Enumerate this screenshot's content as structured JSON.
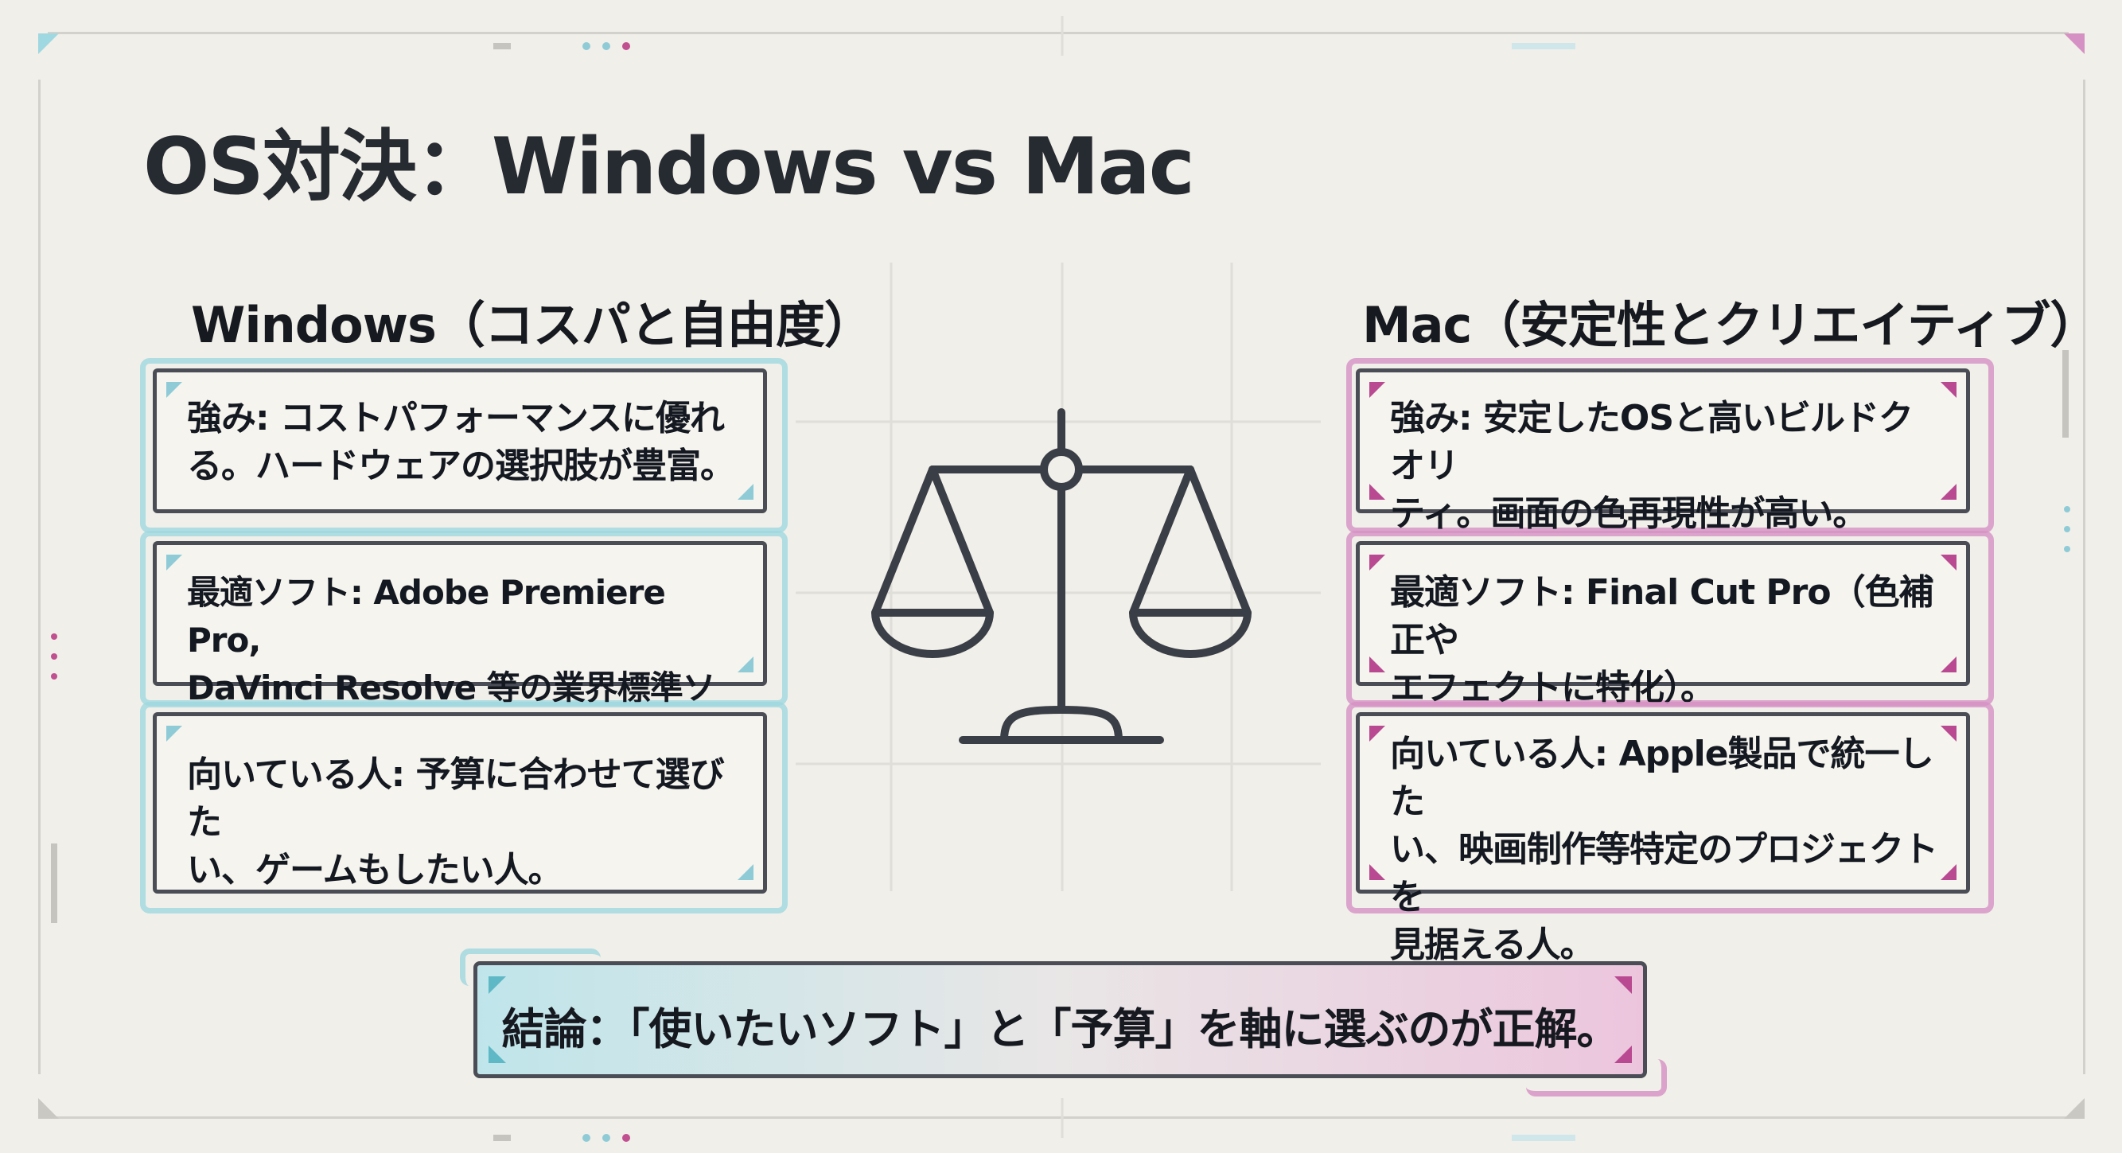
{
  "slide": {
    "title": "OS対決：Windows vs Mac"
  },
  "windows": {
    "heading": "Windows（コスパと自由度）",
    "cards": [
      {
        "lines": [
          "強み: コストパフォーマンスに優れ",
          "る。ハードウェアの選択肢が豊富。"
        ]
      },
      {
        "lines": [
          "最適ソフト: Adobe Premiere Pro,",
          "DaVinci Resolve 等の業界標準ソフト。"
        ]
      },
      {
        "lines": [
          "向いている人: 予算に合わせて選びた",
          "い、ゲームもしたい人。"
        ]
      }
    ]
  },
  "mac": {
    "heading": "Mac（安定性とクリエイティブ）",
    "cards": [
      {
        "lines": [
          "強み: 安定したOSと高いビルドクオリ",
          "ティ。画面の色再現性が高い。"
        ]
      },
      {
        "lines": [
          "最適ソフト: Final Cut Pro（色補正や",
          "エフェクトに特化）。"
        ]
      },
      {
        "lines": [
          "向いている人: Apple製品で統一した",
          "い、映画制作等特定のプロジェクトを",
          "見据える人。"
        ]
      }
    ]
  },
  "conclusion": {
    "text": "結論：「使いたいソフト」と「予算」を軸に選ぶのが正解。"
  },
  "icons": {
    "center": "balance-scale-icon"
  },
  "colors": {
    "background": "#f1efe9",
    "windows_accent": "#6fc4cf",
    "mac_accent": "#b94a92",
    "card_border": "#4a4d55",
    "text": "#161a20"
  }
}
